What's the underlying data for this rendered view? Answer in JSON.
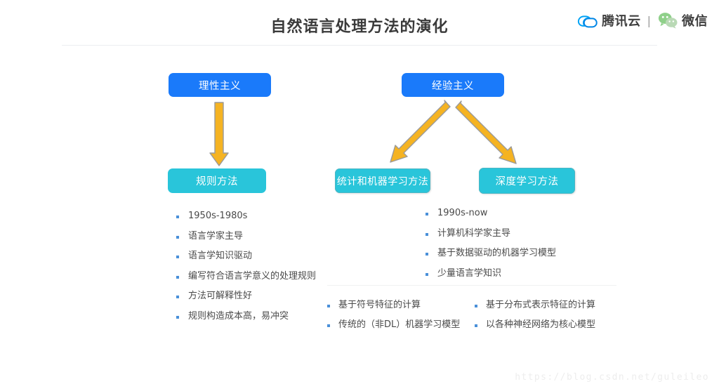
{
  "header": {
    "title": "自然语言处理方法的演化",
    "brand": {
      "cloud_icon": "tencent-cloud-icon",
      "cloud_name": "腾讯云",
      "separator": "|",
      "wechat_icon": "wechat-icon",
      "wechat_name": "微信"
    }
  },
  "colors": {
    "blue": "#1a7afa",
    "cyan": "#29c5da",
    "arrow": "#f5b322",
    "arrow_outline": "#8a8a8a",
    "bullet": "#4a90d9",
    "title_text": "#3a3a3a",
    "body_text": "#4a4a4a",
    "rule": "#eceef0",
    "watermark": "#ededed"
  },
  "nodes": {
    "rationalism": "理性主义",
    "empiricism": "经验主义",
    "rule_method": "规则方法",
    "statistical_ml": "统计和机器学习方法",
    "deep_learning": "深度学习方法"
  },
  "rule_method_points": [
    "1950s-1980s",
    "语言学家主导",
    "语言学知识驱动",
    "编写符合语言学意义的处理规则",
    "方法可解释性好",
    "规则构造成本高，易冲突"
  ],
  "empiricism_points": [
    "1990s-now",
    "计算机科学家主导",
    "基于数据驱动的机器学习模型",
    "少量语言学知识"
  ],
  "sub_columns": [
    {
      "name": "statistical-ml-details",
      "points": [
        "基于符号特征的计算",
        "传统的（非DL）机器学习模型"
      ]
    },
    {
      "name": "deep-learning-details",
      "points": [
        "基于分布式表示特征的计算",
        "以各种神经网络为核心模型"
      ]
    }
  ],
  "arrows": [
    {
      "name": "arrow-rationalism-to-rule-method",
      "from": "rationalism",
      "to": "rule_method",
      "direction": "down"
    },
    {
      "name": "arrow-empiricism-to-statistical-ml",
      "from": "empiricism",
      "to": "statistical_ml",
      "direction": "down-left"
    },
    {
      "name": "arrow-empiricism-to-deep-learning",
      "from": "empiricism",
      "to": "deep_learning",
      "direction": "down-right"
    }
  ],
  "watermark": "https://blog.csdn.net/guleileo"
}
